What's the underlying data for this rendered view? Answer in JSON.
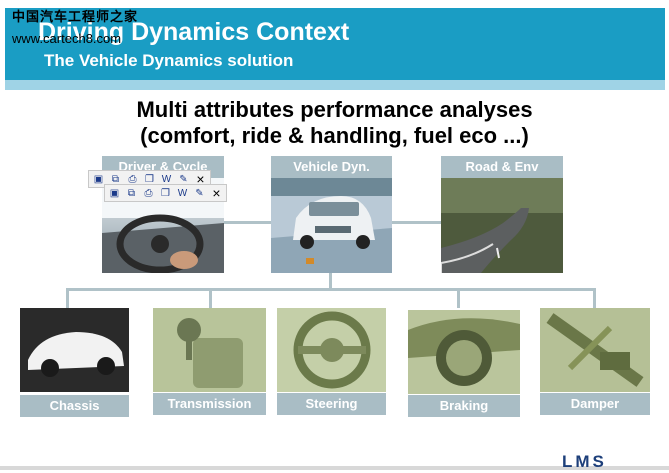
{
  "header": {
    "title": "Driving Dynamics Context",
    "subtitle": "The Vehicle Dynamics solution",
    "watermark_cn": "中国汽车工程师之家",
    "watermark_url": "www.cartech8.com"
  },
  "main": {
    "title_line1": "Multi attributes performance analyses",
    "title_line2": "(comfort, ride & handling, fuel eco ...)"
  },
  "top_items": [
    {
      "label": "Driver & Cycle"
    },
    {
      "label": "Vehicle Dyn."
    },
    {
      "label": "Road & Env"
    }
  ],
  "bottom_items": [
    {
      "label": "Chassis"
    },
    {
      "label": "Transmission"
    },
    {
      "label": "Steering"
    },
    {
      "label": "Braking"
    },
    {
      "label": "Damper"
    }
  ],
  "toolbar": {
    "icons": [
      "save-icon",
      "copy-icon",
      "print-icon",
      "copy-to-clipboard-icon",
      "word-export-icon",
      "edit-icon"
    ],
    "close_label": "×"
  },
  "footer": {
    "logo": "LMS"
  },
  "colors": {
    "header_bg": "#1a9dc4",
    "label_bg": "#a9bdc5",
    "accent": "#1d3f7a"
  }
}
